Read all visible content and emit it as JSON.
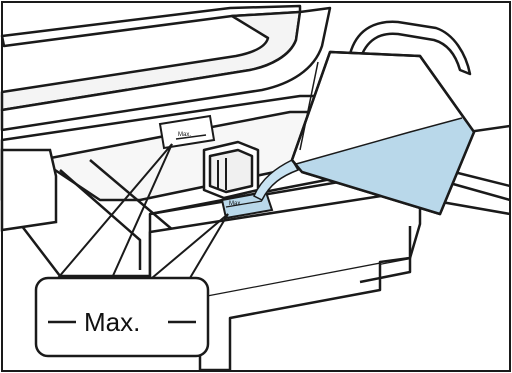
{
  "illustration": {
    "callout_label": "Max.",
    "mark_left": "Max.",
    "mark_right": "Max."
  },
  "colors": {
    "outline": "#1a1a1a",
    "body_fill": "#ffffff",
    "shade_fill": "#ececec",
    "liquid_fill": "#b9d8ea",
    "liquid_stream": "#c9e3f2",
    "background": "#ffffff"
  },
  "icons": {
    "pouring-jug": "jug-icon"
  }
}
